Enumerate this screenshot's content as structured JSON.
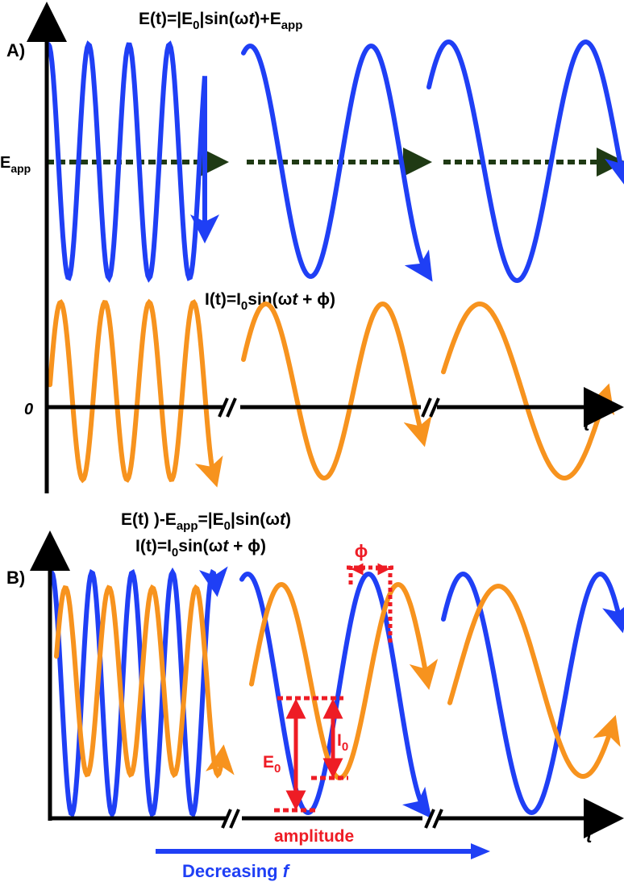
{
  "panel_a": {
    "label": "A)",
    "e_formula": {
      "p1": "E(t)=|E",
      "sub1": "0",
      "p2": "|sin(ω",
      "it": "t",
      "p3": ")+E",
      "sub2": "app"
    },
    "eapp_label": {
      "main": "E",
      "sub": "app"
    },
    "i_formula": {
      "p1": "I(t)=I",
      "sub1": "0",
      "p2": "sin(ω",
      "it": "t",
      "p3": " + ϕ)"
    },
    "zero_label": "0",
    "t_label": "t"
  },
  "panel_b": {
    "label": "B)",
    "e_formula": {
      "p1": "E(t) )-E",
      "sub1": "app",
      "p2": "=|E",
      "sub2": "0",
      "p3": "|sin(ω",
      "it": "t",
      "p4": ")"
    },
    "i_formula": {
      "p1": "I(t)=I",
      "sub1": "0",
      "p2": "sin(ω",
      "it": "t",
      "p3": " + ϕ)"
    },
    "phi_label": "ϕ",
    "e0_label": {
      "main": "E",
      "sub": "0"
    },
    "i0_label": {
      "main": "I",
      "sub": "0"
    },
    "amplitude_label": "amplitude",
    "t_label": "t"
  },
  "footer": {
    "p1": "Decreasing ",
    "it": "f"
  },
  "colors": {
    "voltage": "#1f3ff5",
    "current": "#f7931e",
    "dc_offset": "#1f3a14",
    "annotation": "#ee1c25",
    "axis": "#000000",
    "arrow_banner": "#1f3ff5"
  }
}
